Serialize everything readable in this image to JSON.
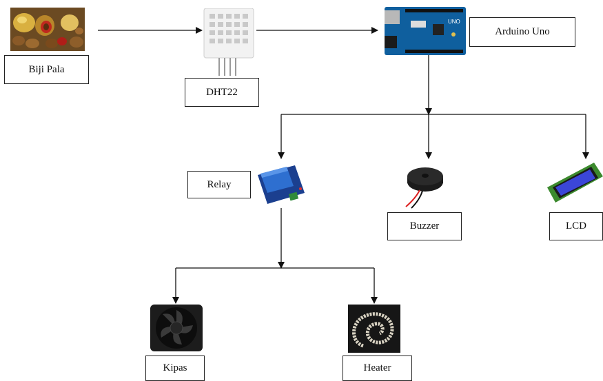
{
  "diagram": {
    "nodes": {
      "biji_pala": "Biji Pala",
      "dht22": "DHT22",
      "arduino": "Arduino Uno",
      "relay": "Relay",
      "buzzer": "Buzzer",
      "lcd": "LCD",
      "kipas": "Kipas",
      "heater": "Heater"
    },
    "arduino_board_text": "UNO"
  }
}
